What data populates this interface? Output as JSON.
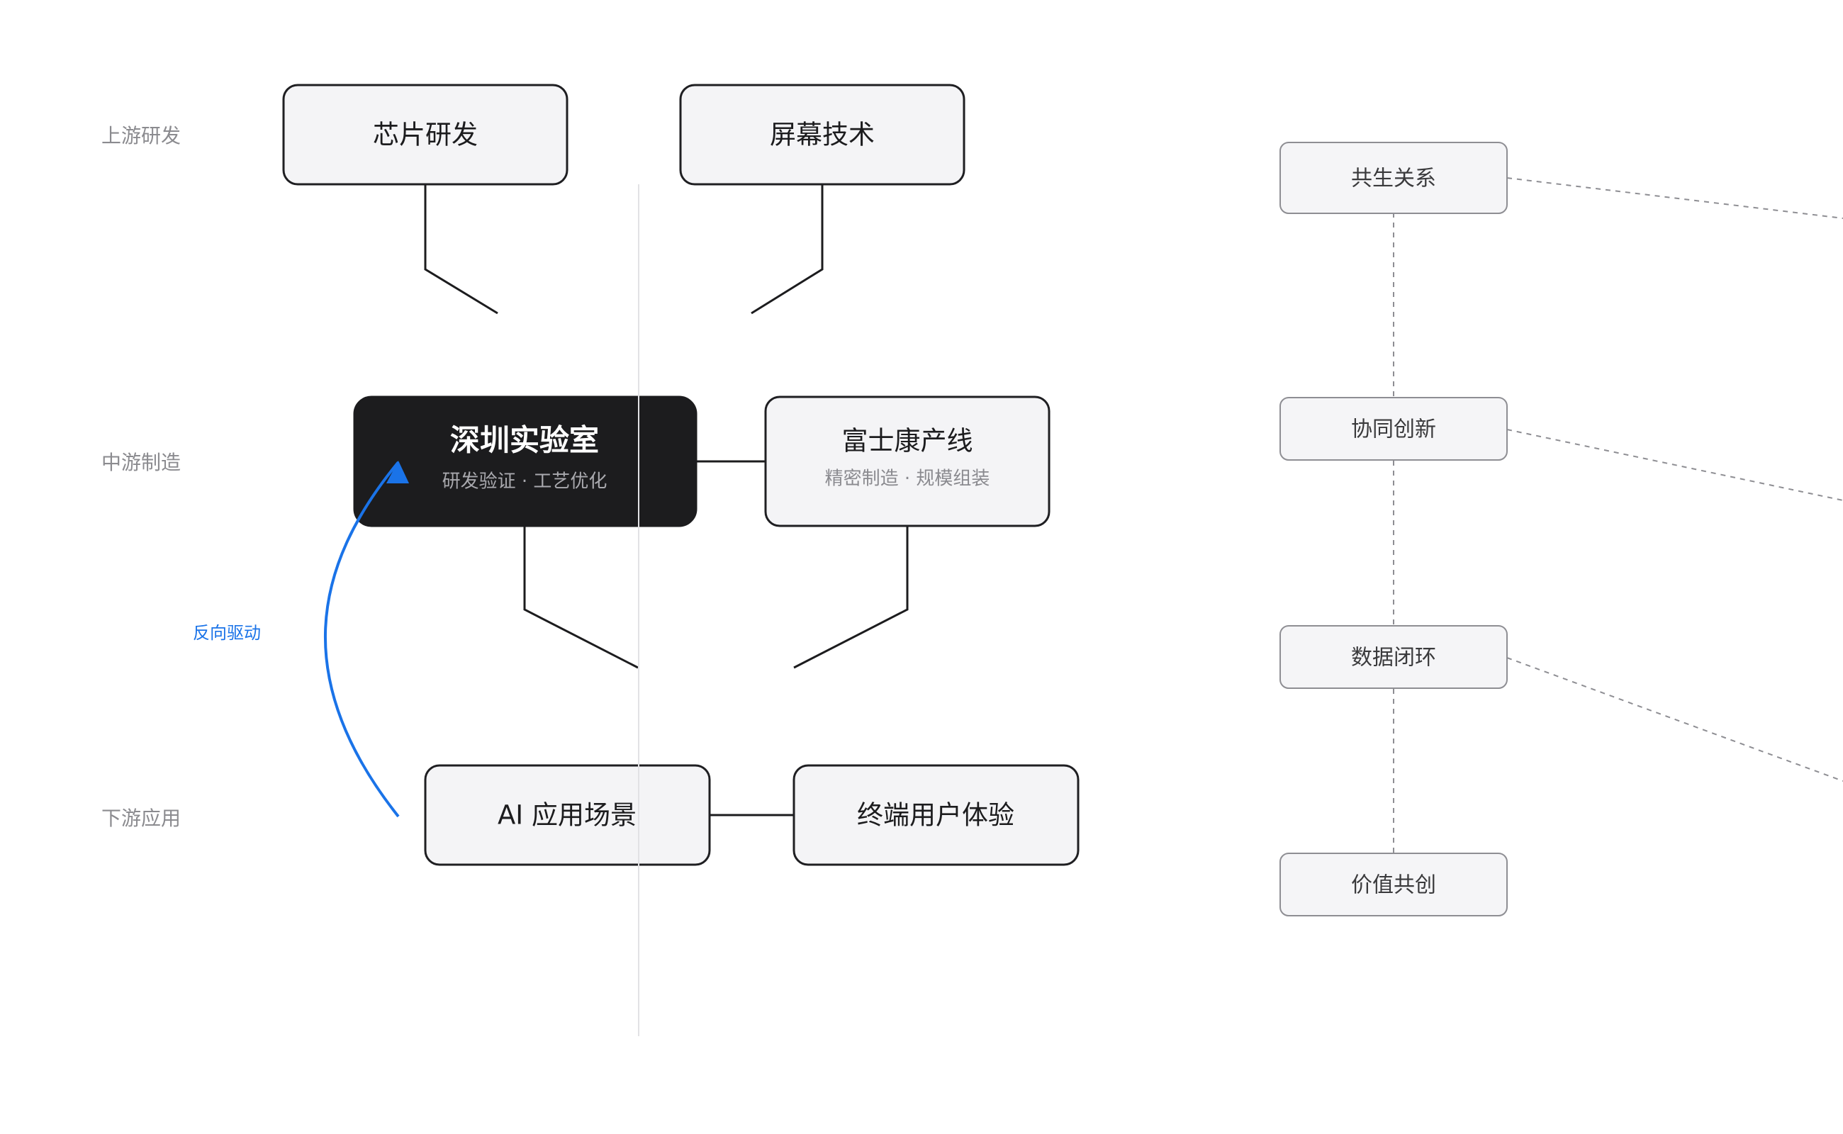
{
  "stages": {
    "upstream": "上游研发",
    "midstream": "中游制造",
    "downstream": "下游应用"
  },
  "nodes": {
    "chip_rd": {
      "title": "芯片研发"
    },
    "screen_tech": {
      "title": "屏幕技术"
    },
    "shenzhen_lab": {
      "title": "深圳实验室",
      "subtitle": "研发验证 · 工艺优化"
    },
    "foxconn_line": {
      "title": "富士康产线",
      "subtitle": "精密制造 · 规模组装"
    },
    "ai_scenarios": {
      "title": "AI 应用场景"
    },
    "end_user": {
      "title": "终端用户体验"
    }
  },
  "feedback": {
    "label": "反向驱动",
    "color": "#1a73e8"
  },
  "relations": {
    "items": [
      {
        "label": "共生关系"
      },
      {
        "label": "协同创新"
      },
      {
        "label": "数据闭环"
      },
      {
        "label": "价值共创"
      }
    ]
  },
  "colors": {
    "core_fill": "#1c1c1e",
    "node_fill": "#f4f4f6",
    "accent_blue": "#1a73e8",
    "relation_stroke": "#8e8e93"
  }
}
